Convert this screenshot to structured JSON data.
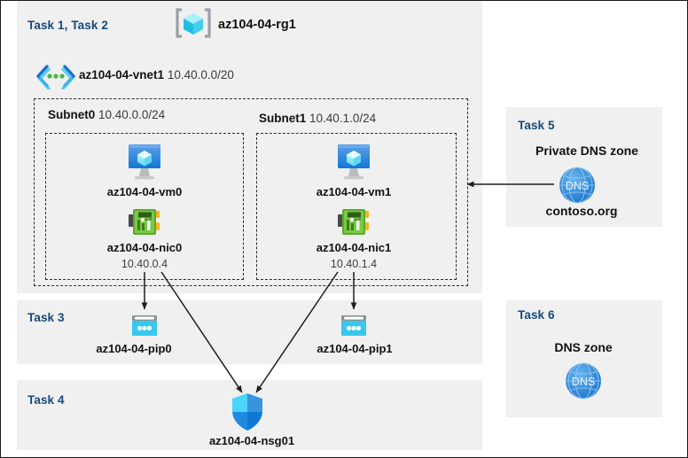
{
  "diagram": {
    "title": "az104-04-rg1",
    "resource_group": {
      "task_label": "Task 1, Task 2",
      "name": "az104-04-rg1",
      "icon": "resource-group-icon"
    },
    "vnet": {
      "name": "az104-04-vnet1",
      "cidr": "10.40.0.0/20",
      "icon": "virtual-network-icon"
    },
    "subnets": [
      {
        "name": "Subnet0",
        "cidr": "10.40.0.0/24",
        "vm": {
          "name": "az104-04-vm0",
          "icon": "virtual-machine-icon"
        },
        "nic": {
          "name": "az104-04-nic0",
          "ip": "10.40.0.4",
          "icon": "network-interface-icon"
        }
      },
      {
        "name": "Subnet1",
        "cidr": "10.40.1.0/24",
        "vm": {
          "name": "az104-04-vm1",
          "icon": "virtual-machine-icon"
        },
        "nic": {
          "name": "az104-04-nic1",
          "ip": "10.40.1.4",
          "icon": "network-interface-icon"
        }
      }
    ],
    "public_ips": {
      "task_label": "Task 3",
      "items": [
        {
          "name": "az104-04-pip0",
          "icon": "public-ip-address-icon"
        },
        {
          "name": "az104-04-pip1",
          "icon": "public-ip-address-icon"
        }
      ]
    },
    "nsg": {
      "task_label": "Task 4",
      "name": "az104-04-nsg01",
      "icon": "network-security-group-icon"
    },
    "private_dns_zone": {
      "task_label": "Task 5",
      "heading": "Private DNS zone",
      "name": "contoso.org",
      "icon": "dns-zone-icon",
      "icon_text": "DNS"
    },
    "dns_zone": {
      "task_label": "Task 6",
      "heading": "DNS zone",
      "icon": "dns-zone-icon",
      "icon_text": "DNS"
    },
    "colors": {
      "task_text": "#15497b",
      "panel_bg": "#f0f0f0",
      "canvas_bg": "#ffffff",
      "connector": "#1e1e1e",
      "vm_blue": "#3a91e0",
      "nic_green": "#6bb33a",
      "pip_cyan": "#32c5ee",
      "dns_blue": "#2f8de0",
      "rg_cube": "#45d3f2",
      "shield_blue": "#2aa8ef"
    }
  }
}
